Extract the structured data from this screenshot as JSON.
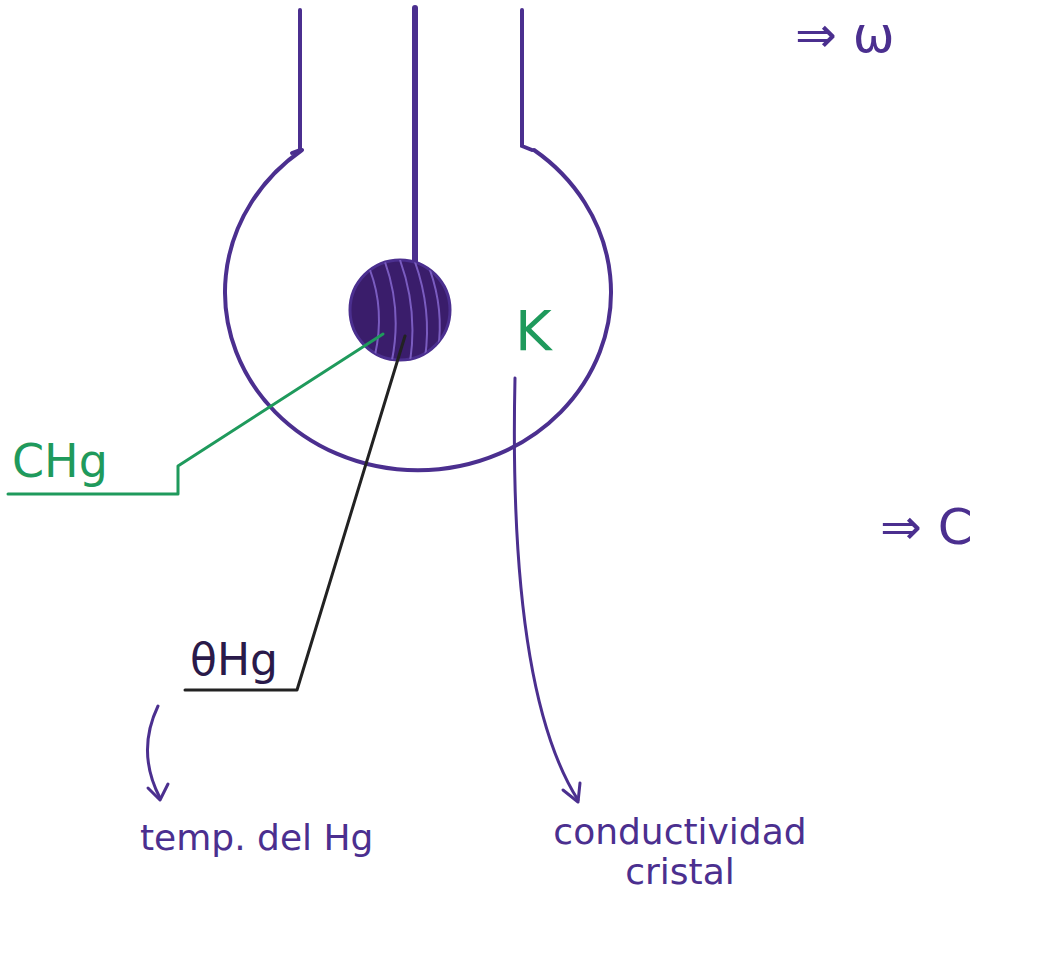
{
  "diagram": {
    "labels": [
      "⇒ ω",
      "K",
      "CHg",
      "⇒ C",
      "θHg",
      "temp. del Hg",
      "conductividad cristal"
    ]
  }
}
